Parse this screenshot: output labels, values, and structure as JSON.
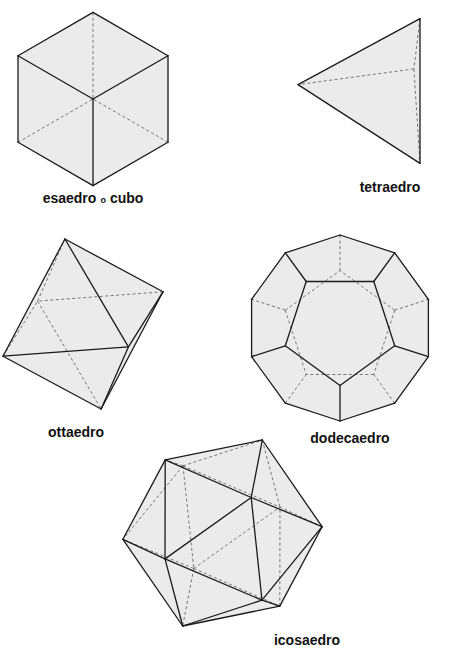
{
  "diagram": {
    "labels": [
      "esaedro",
      "o",
      "cubo",
      "tetraedro",
      "ottaedro",
      "dodecaedro",
      "icosaedro"
    ]
  }
}
